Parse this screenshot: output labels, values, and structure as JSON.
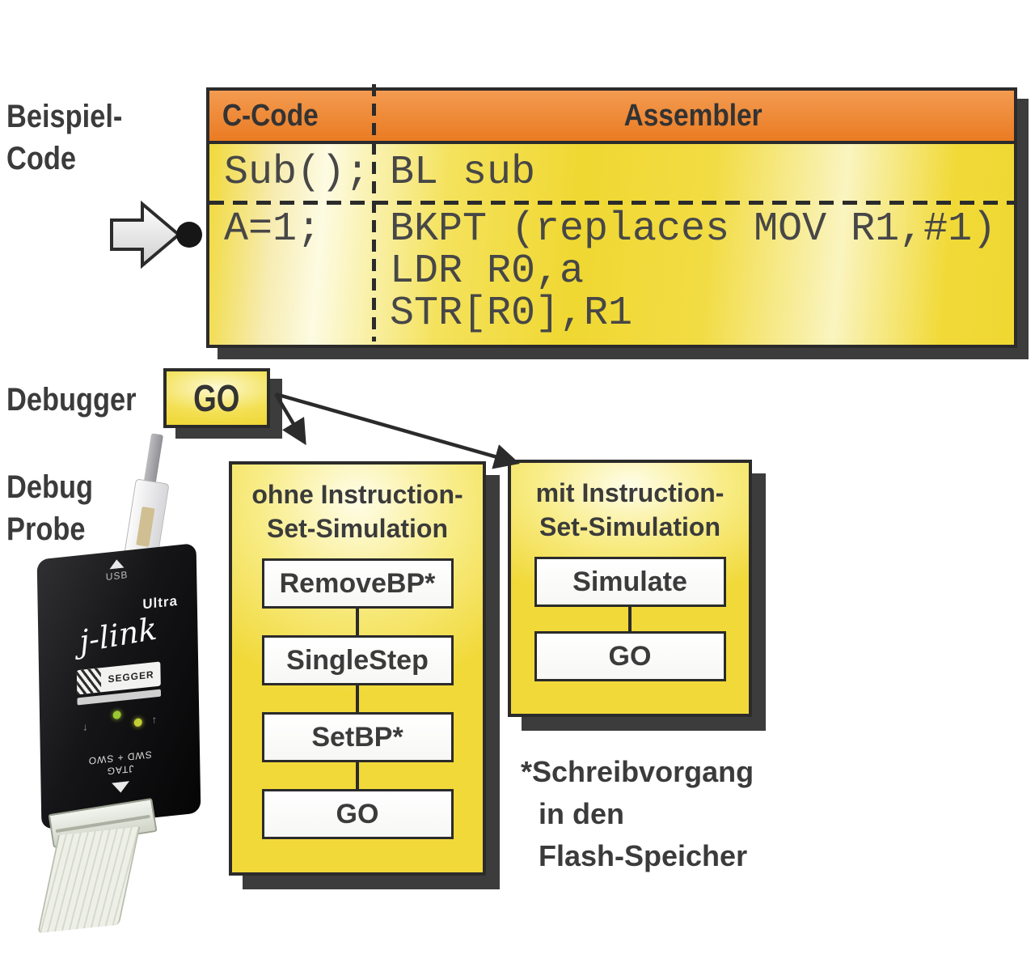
{
  "colors": {
    "header-orange-top": "#f39b51",
    "header-orange-bottom": "#ea7b22",
    "yellow-deep": "#f0d832",
    "yellow-pale": "#fdfbe2",
    "border-dark": "#2b2b2b",
    "shadow-dark": "#3c3c3c",
    "text-dark": "#3b3b3b",
    "code-text": "#474747",
    "led-green": "#9bc832",
    "led-yellow": "#c3cf36"
  },
  "labels": {
    "example_code": [
      "Beispiel-",
      "Code"
    ],
    "debugger": "Debugger",
    "debug_probe": [
      "Debug",
      "Probe"
    ]
  },
  "code_table": {
    "header": {
      "c_code": "C-Code",
      "assembler": "Assembler"
    },
    "rows": [
      {
        "c_code": "Sub();",
        "assembler": [
          "BL sub"
        ]
      },
      {
        "c_code": "A=1;",
        "assembler": [
          "BKPT (replaces MOV R1,#1)",
          "LDR R0,a",
          "STR[R0],R1"
        ]
      }
    ]
  },
  "debugger_box": {
    "label": "GO"
  },
  "flow_without": {
    "title": [
      "ohne Instruction-",
      "Set-Simulation"
    ],
    "steps": [
      "RemoveBP*",
      "SingleStep",
      "SetBP*",
      "GO"
    ]
  },
  "flow_with": {
    "title": [
      "mit Instruction-",
      "Set-Simulation"
    ],
    "steps": [
      "Simulate",
      "GO"
    ]
  },
  "footnote": {
    "lines": [
      "*Schreibvorgang",
      "in den",
      "Flash-Speicher"
    ]
  },
  "probe": {
    "usb": "USB",
    "ultra": "Ultra",
    "brand": "j-link",
    "maker": "SEGGER",
    "port": [
      "JTAG",
      "SWD + SWO"
    ]
  }
}
